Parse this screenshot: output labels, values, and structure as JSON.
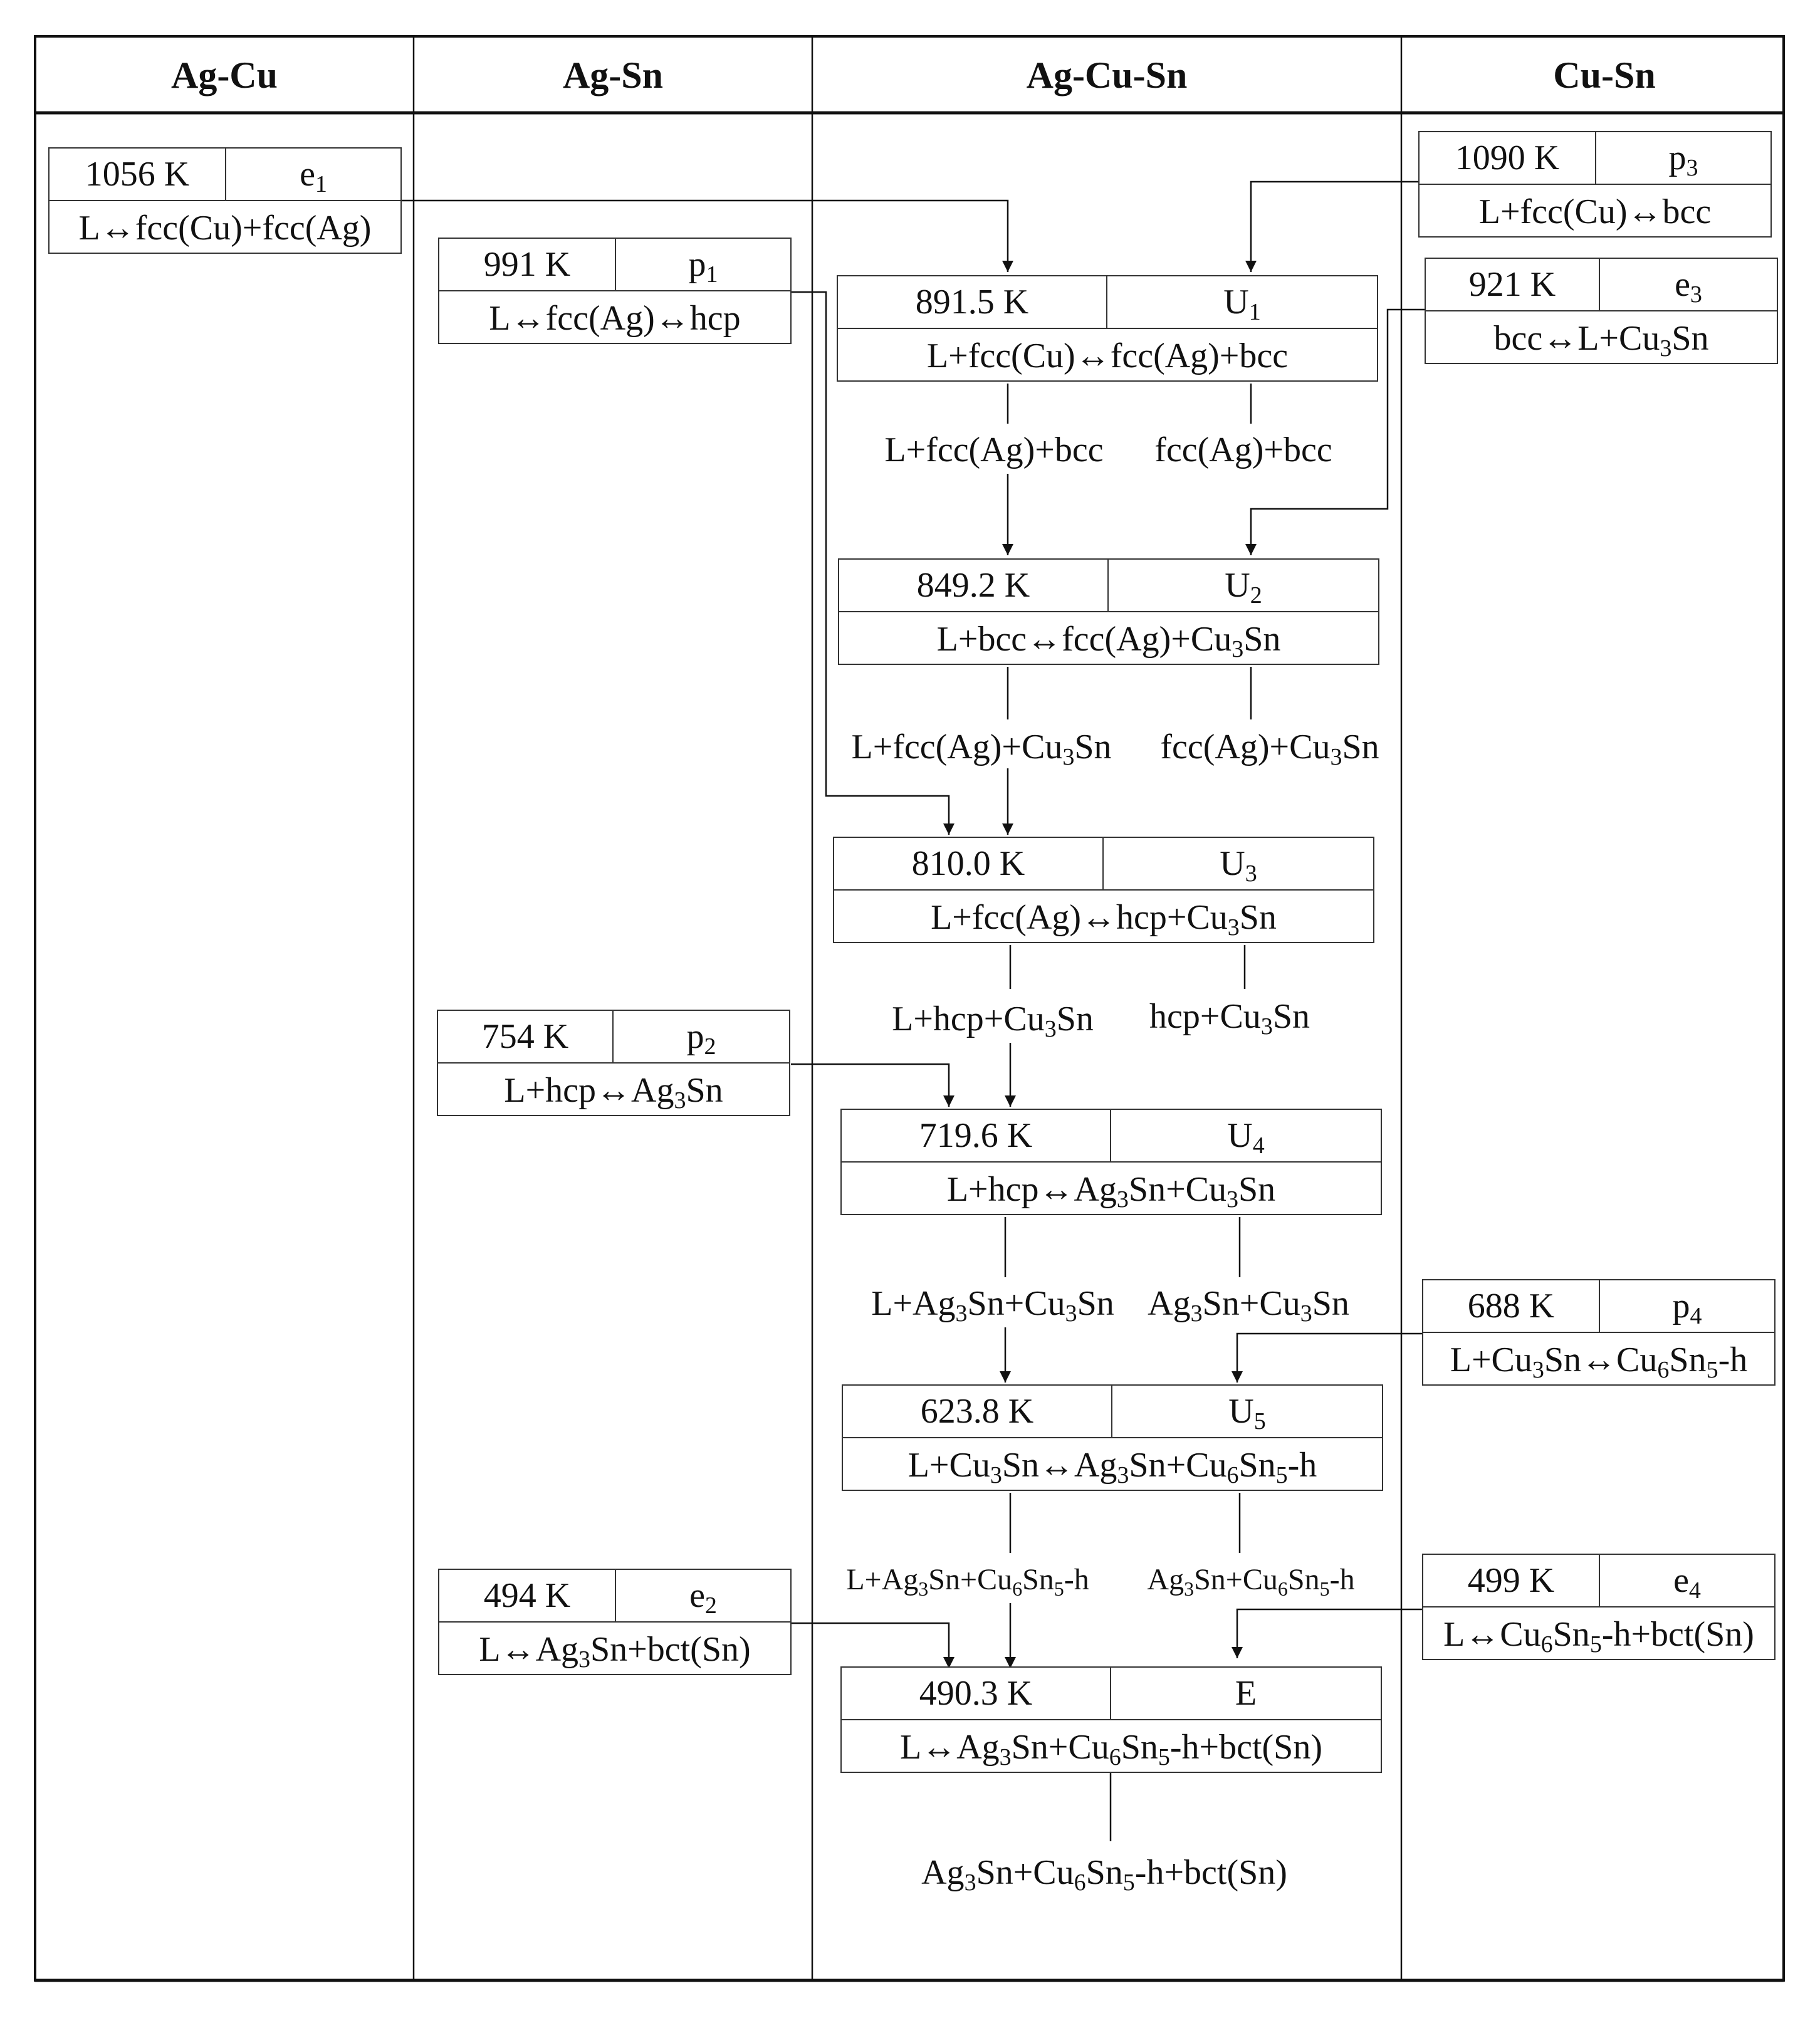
{
  "headers": [
    "Ag-Cu",
    "Ag-Sn",
    "Ag-Cu-Sn",
    "Cu-Sn"
  ],
  "boxes": [
    {
      "id": "e1",
      "temp": "1056 K",
      "label": "e",
      "label_sub": "1",
      "reaction": [
        [
          "L↔fcc(Cu)+fcc(Ag)",
          ""
        ]
      ]
    },
    {
      "id": "p1",
      "temp": "991 K",
      "label": "p",
      "label_sub": "1",
      "reaction": [
        [
          "L↔fcc(Ag)↔hcp",
          ""
        ]
      ]
    },
    {
      "id": "p2",
      "temp": "754 K",
      "label": "p",
      "label_sub": "2",
      "reaction": [
        [
          "L+hcp↔Ag",
          "3"
        ],
        [
          "Sn",
          ""
        ]
      ]
    },
    {
      "id": "e2",
      "temp": "494 K",
      "label": "e",
      "label_sub": "2",
      "reaction": [
        [
          "L↔Ag",
          "3"
        ],
        [
          "Sn+bct(Sn)",
          ""
        ]
      ]
    },
    {
      "id": "p3",
      "temp": "1090 K",
      "label": "p",
      "label_sub": "3",
      "reaction": [
        [
          "L+fcc(Cu)↔bcc",
          ""
        ]
      ]
    },
    {
      "id": "e3",
      "temp": "921 K",
      "label": "e",
      "label_sub": "3",
      "reaction": [
        [
          "bcc↔L+Cu",
          "3"
        ],
        [
          "Sn",
          ""
        ]
      ]
    },
    {
      "id": "p4",
      "temp": "688 K",
      "label": "p",
      "label_sub": "4",
      "reaction": [
        [
          "L+Cu",
          "3"
        ],
        [
          "Sn↔Cu",
          "6"
        ],
        [
          "Sn",
          "5"
        ],
        [
          "-h",
          ""
        ]
      ]
    },
    {
      "id": "e4",
      "temp": "499 K",
      "label": "e",
      "label_sub": "4",
      "reaction": [
        [
          "L↔Cu",
          "6"
        ],
        [
          "Sn",
          "5"
        ],
        [
          "-h+bct(Sn)",
          ""
        ]
      ]
    },
    {
      "id": "U1",
      "temp": "891.5 K",
      "label": "U",
      "label_sub": "1",
      "reaction": [
        [
          "L+fcc(Cu)↔fcc(Ag)+bcc",
          ""
        ]
      ]
    },
    {
      "id": "U2",
      "temp": "849.2 K",
      "label": "U",
      "label_sub": "2",
      "reaction": [
        [
          "L+bcc↔fcc(Ag)+Cu",
          "3"
        ],
        [
          "Sn",
          ""
        ]
      ]
    },
    {
      "id": "U3",
      "temp": "810.0 K",
      "label": "U",
      "label_sub": "3",
      "reaction": [
        [
          "L+fcc(Ag)↔hcp+Cu",
          "3"
        ],
        [
          "Sn",
          ""
        ]
      ]
    },
    {
      "id": "U4",
      "temp": "719.6 K",
      "label": "U",
      "label_sub": "4",
      "reaction": [
        [
          "L+hcp↔Ag",
          "3"
        ],
        [
          "Sn+Cu",
          "3"
        ],
        [
          "Sn",
          ""
        ]
      ]
    },
    {
      "id": "U5",
      "temp": "623.8 K",
      "label": "U",
      "label_sub": "5",
      "reaction": [
        [
          "L+Cu",
          "3"
        ],
        [
          "Sn↔Ag",
          "3"
        ],
        [
          "Sn+Cu",
          "6"
        ],
        [
          "Sn",
          "5"
        ],
        [
          "-h",
          ""
        ]
      ]
    },
    {
      "id": "E",
      "temp": "490.3 K",
      "label": "E",
      "label_sub": "",
      "reaction": [
        [
          "L↔Ag",
          "3"
        ],
        [
          "Sn+Cu",
          "6"
        ],
        [
          "Sn",
          "5"
        ],
        [
          "-h+bct(Sn)",
          ""
        ]
      ]
    }
  ],
  "phase_labels": [
    {
      "id": "a1",
      "text": [
        [
          "L+fcc(Ag)+bcc",
          ""
        ]
      ]
    },
    {
      "id": "b1",
      "text": [
        [
          "fcc(Ag)+bcc",
          ""
        ]
      ]
    },
    {
      "id": "a2",
      "text": [
        [
          "L+fcc(Ag)+Cu",
          "3"
        ],
        [
          "Sn",
          ""
        ]
      ]
    },
    {
      "id": "b2",
      "text": [
        [
          "fcc(Ag)+Cu",
          "3"
        ],
        [
          "Sn",
          ""
        ]
      ]
    },
    {
      "id": "a3",
      "text": [
        [
          "L+hcp+Cu",
          "3"
        ],
        [
          "Sn",
          ""
        ]
      ]
    },
    {
      "id": "b3",
      "text": [
        [
          "hcp+Cu",
          "3"
        ],
        [
          "Sn",
          ""
        ]
      ]
    },
    {
      "id": "a4",
      "text": [
        [
          "L+Ag",
          "3"
        ],
        [
          "Sn+Cu",
          "3"
        ],
        [
          "Sn",
          ""
        ]
      ]
    },
    {
      "id": "b4",
      "text": [
        [
          "Ag",
          "3"
        ],
        [
          "Sn+Cu",
          "3"
        ],
        [
          "Sn",
          ""
        ]
      ]
    },
    {
      "id": "a5",
      "text": [
        [
          "L+Ag",
          "3"
        ],
        [
          "Sn+Cu",
          "6"
        ],
        [
          "Sn",
          "5"
        ],
        [
          "-h",
          ""
        ]
      ]
    },
    {
      "id": "b5",
      "text": [
        [
          "Ag",
          "3"
        ],
        [
          "Sn+Cu",
          "6"
        ],
        [
          "Sn",
          "5"
        ],
        [
          "-h",
          ""
        ]
      ]
    },
    {
      "id": "final",
      "text": [
        [
          "Ag",
          "3"
        ],
        [
          "Sn+Cu",
          "6"
        ],
        [
          "Sn",
          "5"
        ],
        [
          "-h+bct(Sn)",
          ""
        ]
      ]
    }
  ]
}
